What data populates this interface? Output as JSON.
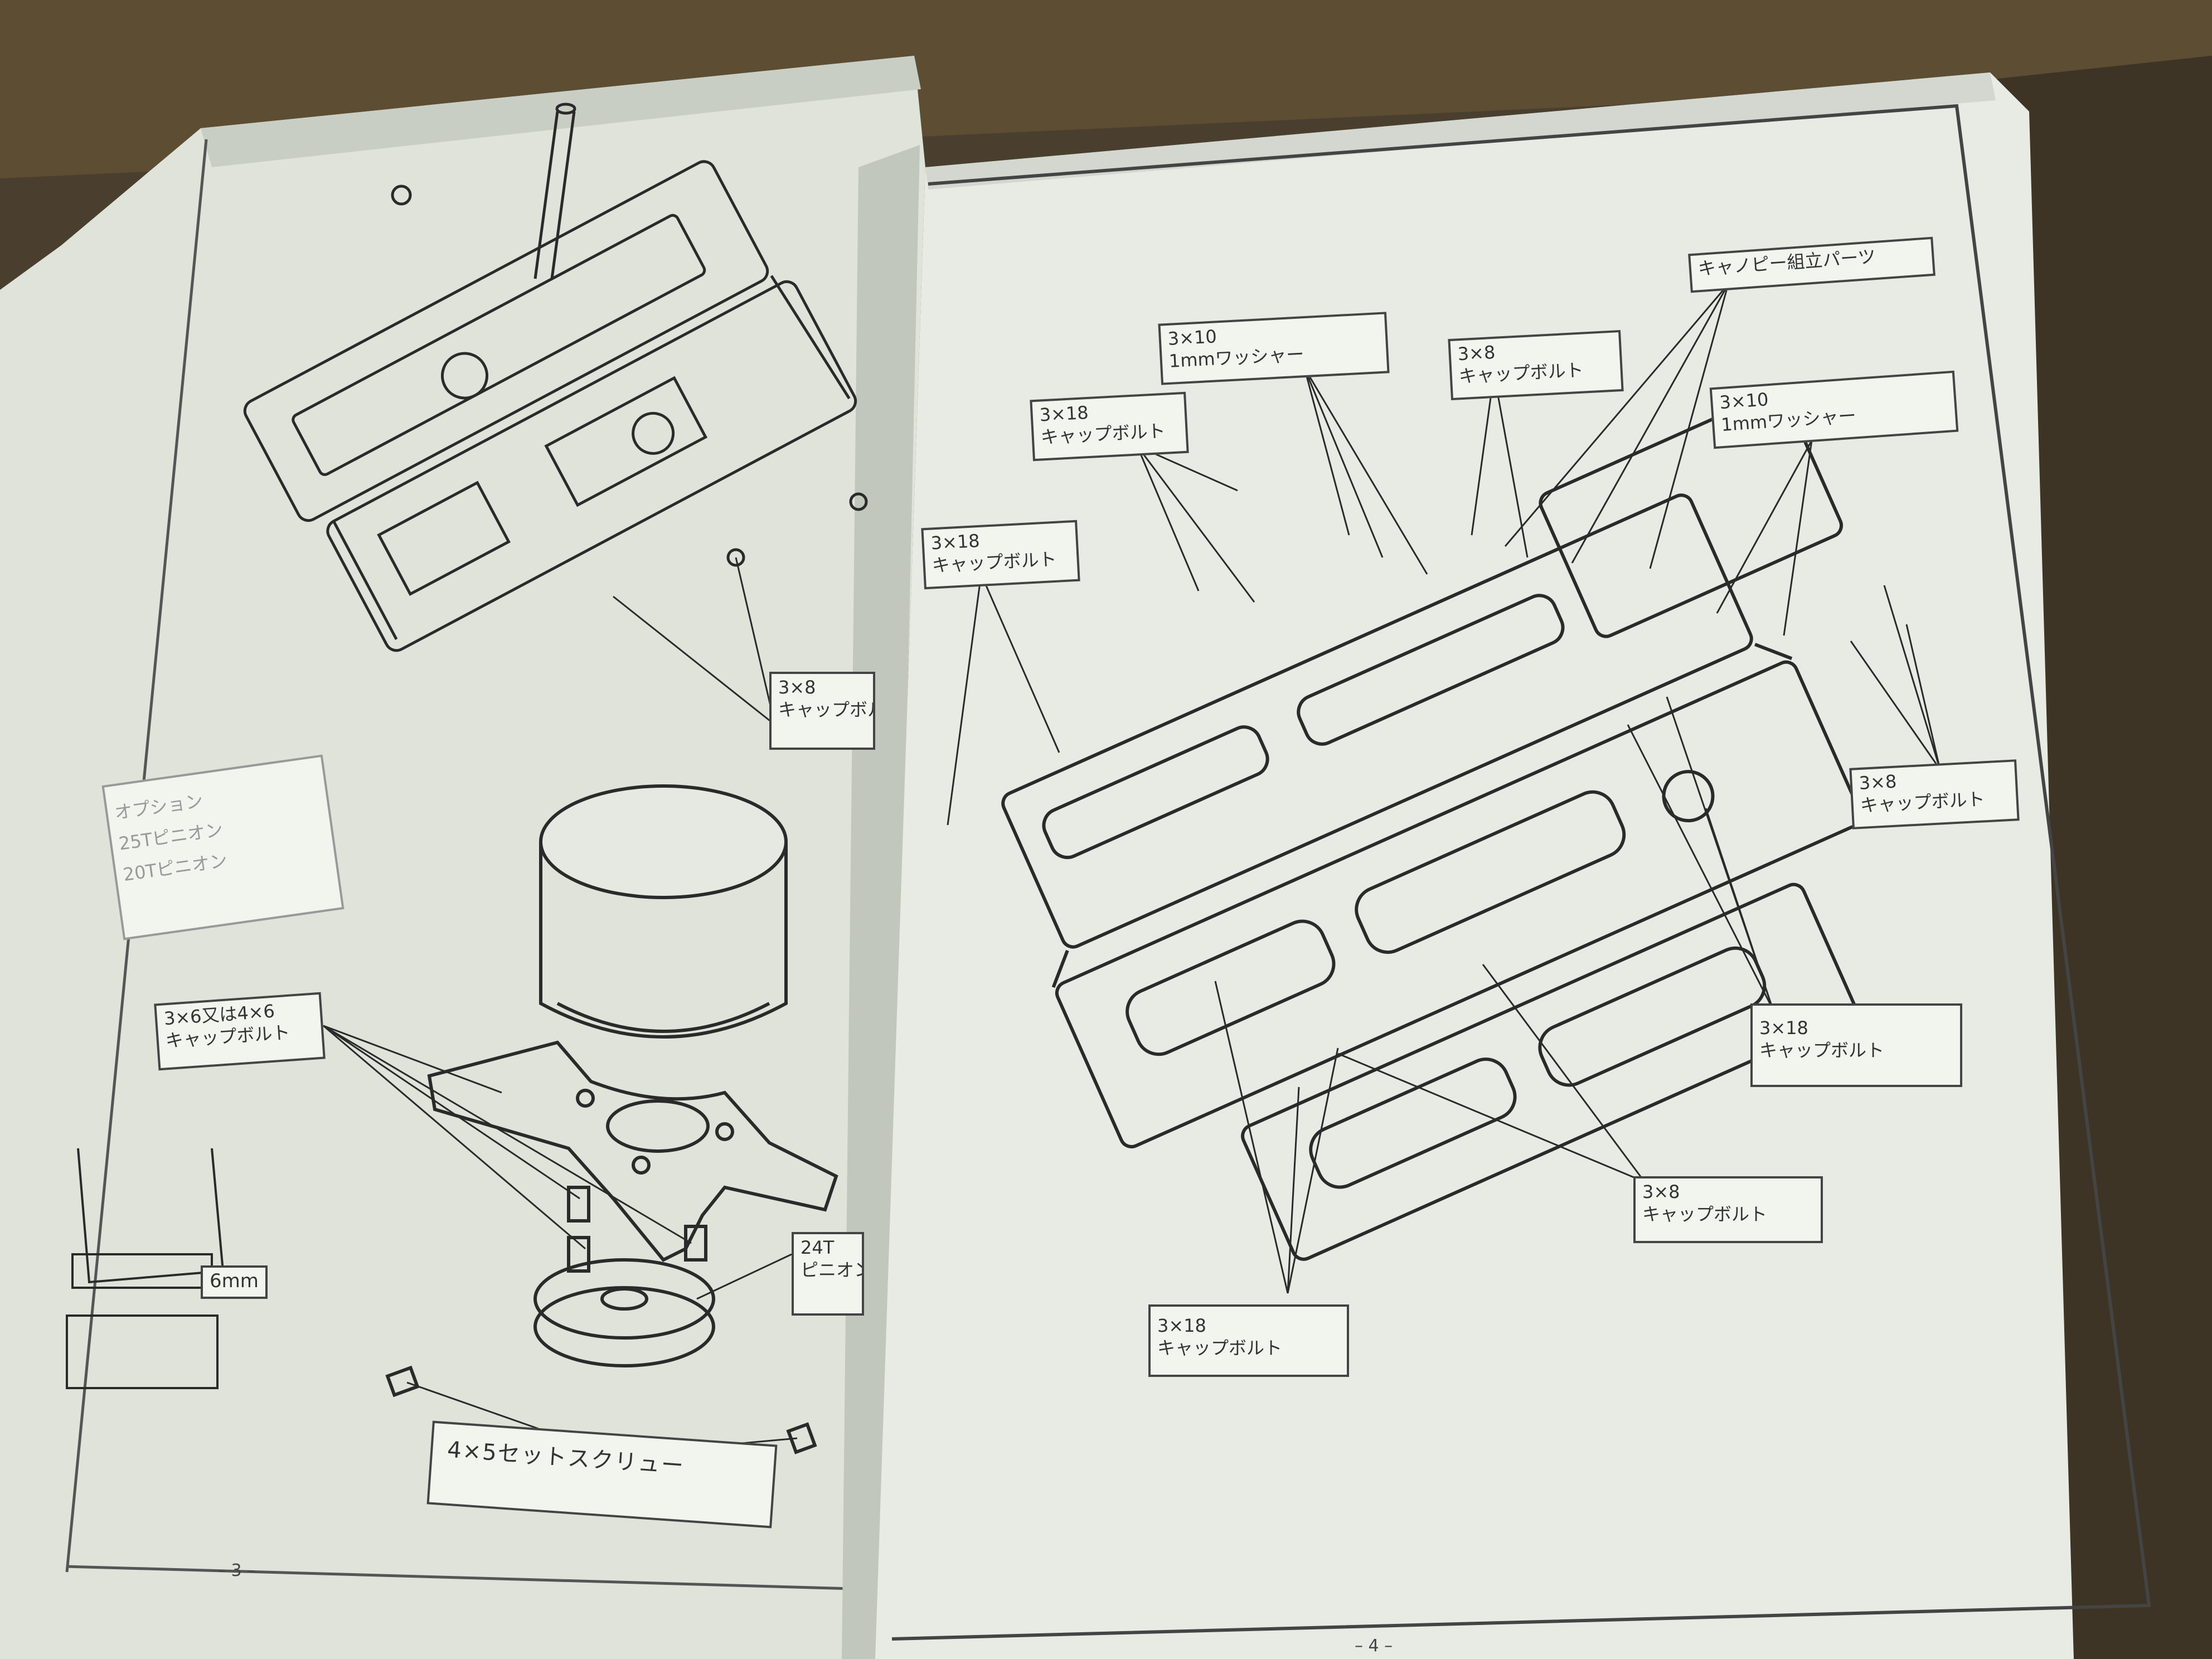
{
  "left_page": {
    "labels": {
      "bolt_3x8": {
        "size": "3×8",
        "name": "キャップボルト"
      },
      "option": {
        "line1": "オプション",
        "line2": "25Tピニオン",
        "line3": "20Tピニオン"
      },
      "bolt_motor": {
        "size": "3×6又は4×6",
        "name": "キャップボルト"
      },
      "mm_6": "6mm",
      "pinion_24t": {
        "line1": "24T",
        "line2": "ピニオン"
      },
      "set_screw": "4×5セットスクリュー"
    },
    "page_number": "– 3 –"
  },
  "right_page": {
    "labels": {
      "canopy_parts": "キャノピー組立パーツ",
      "washer_top": {
        "size": "3×10",
        "name": "1mmワッシャー"
      },
      "bolt_3x8_top": {
        "size": "3×8",
        "name": "キャップボルト"
      },
      "washer_right": {
        "size": "3×10",
        "name": "1mmワッシャー"
      },
      "bolt_3x18_a": {
        "size": "3×18",
        "name": "キャップボルト"
      },
      "bolt_3x18_b": {
        "size": "3×18",
        "name": "キャップボルト"
      },
      "bolt_3x8_right": {
        "size": "3×8",
        "name": "キャップボルト"
      },
      "bolt_3x18_c": {
        "size": "3×18",
        "name": "キャップボルト"
      },
      "bolt_3x8_bottom": {
        "size": "3×8",
        "name": "キャップボルト"
      },
      "bolt_3x18_d": {
        "size": "3×18",
        "name": "キャップボルト"
      }
    },
    "page_number": "– 4 –"
  },
  "colors": {
    "background": "#4a3f2e",
    "page_left": "#dfe3da",
    "page_right": "#e8ebe4",
    "ink": "#333333"
  }
}
